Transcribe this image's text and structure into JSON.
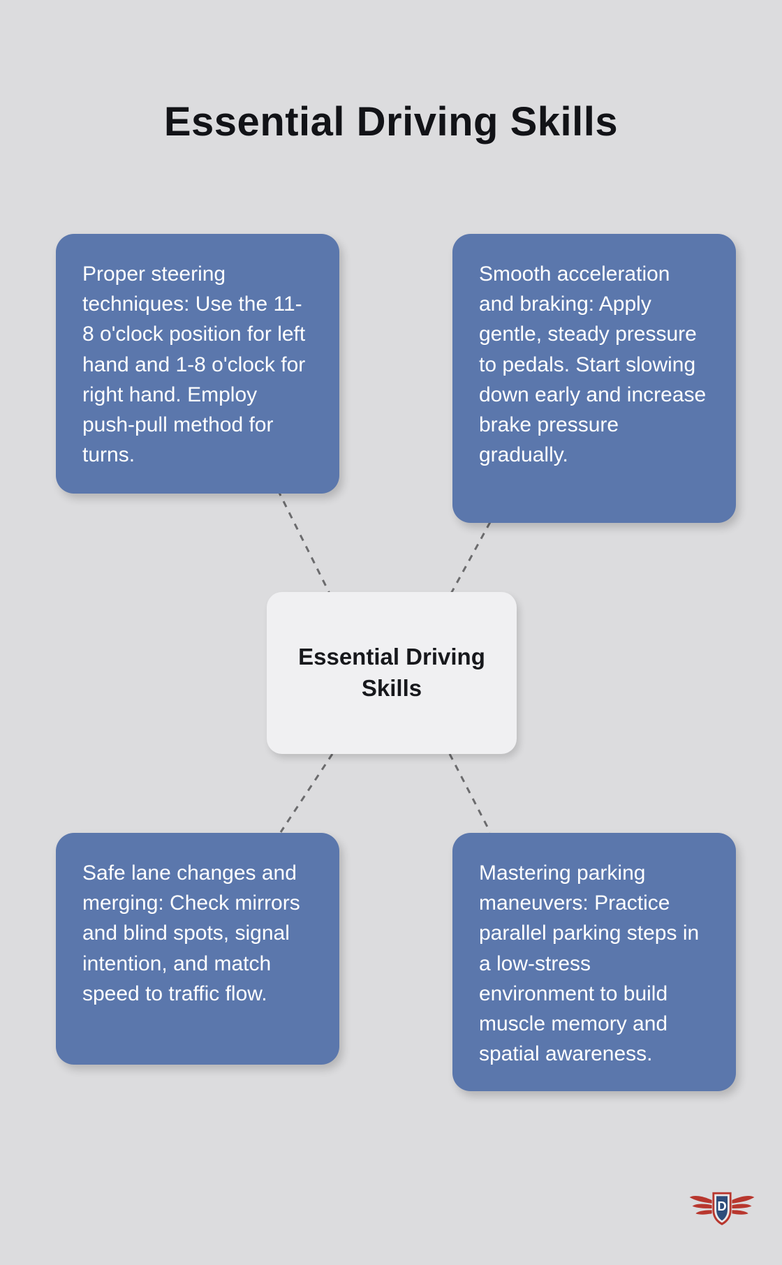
{
  "page": {
    "title": "Essential Driving Skills",
    "background_color": "#dcdcde"
  },
  "center_node": {
    "label": "Essential Driving Skills",
    "fill_color": "#f0f0f2",
    "text_color": "#17181c"
  },
  "nodes": [
    {
      "id": "proper-steering",
      "position": "top-left",
      "text": "Proper steering techniques: Use the 11-8 o'clock position for left hand and 1-8 o'clock for right hand. Employ push-pull method for turns."
    },
    {
      "id": "smooth-acceleration-braking",
      "position": "top-right",
      "text": "Smooth acceleration and braking: Apply gentle, steady pressure to pedals. Start slowing down early and increase brake pressure gradually."
    },
    {
      "id": "safe-lane-changes",
      "position": "bottom-left",
      "text": "Safe lane changes and merging: Check mirrors and blind spots, signal intention, and match speed to traffic flow."
    },
    {
      "id": "mastering-parking",
      "position": "bottom-right",
      "text": "Mastering parking maneuvers: Practice parallel parking steps in a low-stress environment to build muscle memory and spatial awareness."
    }
  ],
  "colors": {
    "node_fill": "#5b77ac",
    "node_text": "#ffffff",
    "connector": "#6b6b6d",
    "logo_red": "#b8372e",
    "logo_blue": "#2e4d7b"
  },
  "logo": {
    "letter": "D"
  }
}
